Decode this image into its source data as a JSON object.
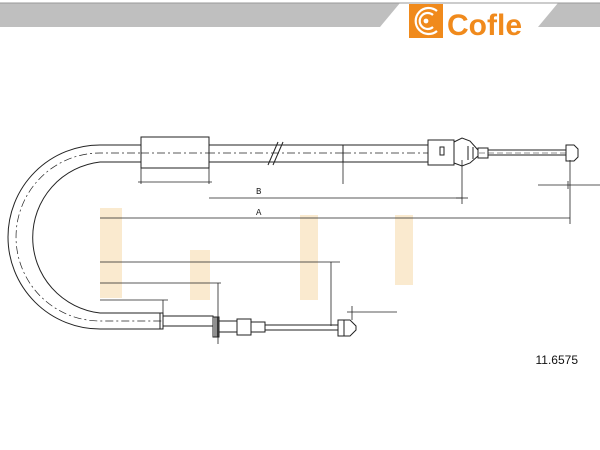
{
  "brand": {
    "name": "Cofle",
    "logo_color": "#f08a1c"
  },
  "header": {
    "band_color": "#bfbfbf"
  },
  "drawing": {
    "dimension_b_label": "B",
    "dimension_a_label": "A",
    "watermark_color": "#f5d9a8",
    "line_color": "#222222"
  },
  "part_number": "11.6575"
}
